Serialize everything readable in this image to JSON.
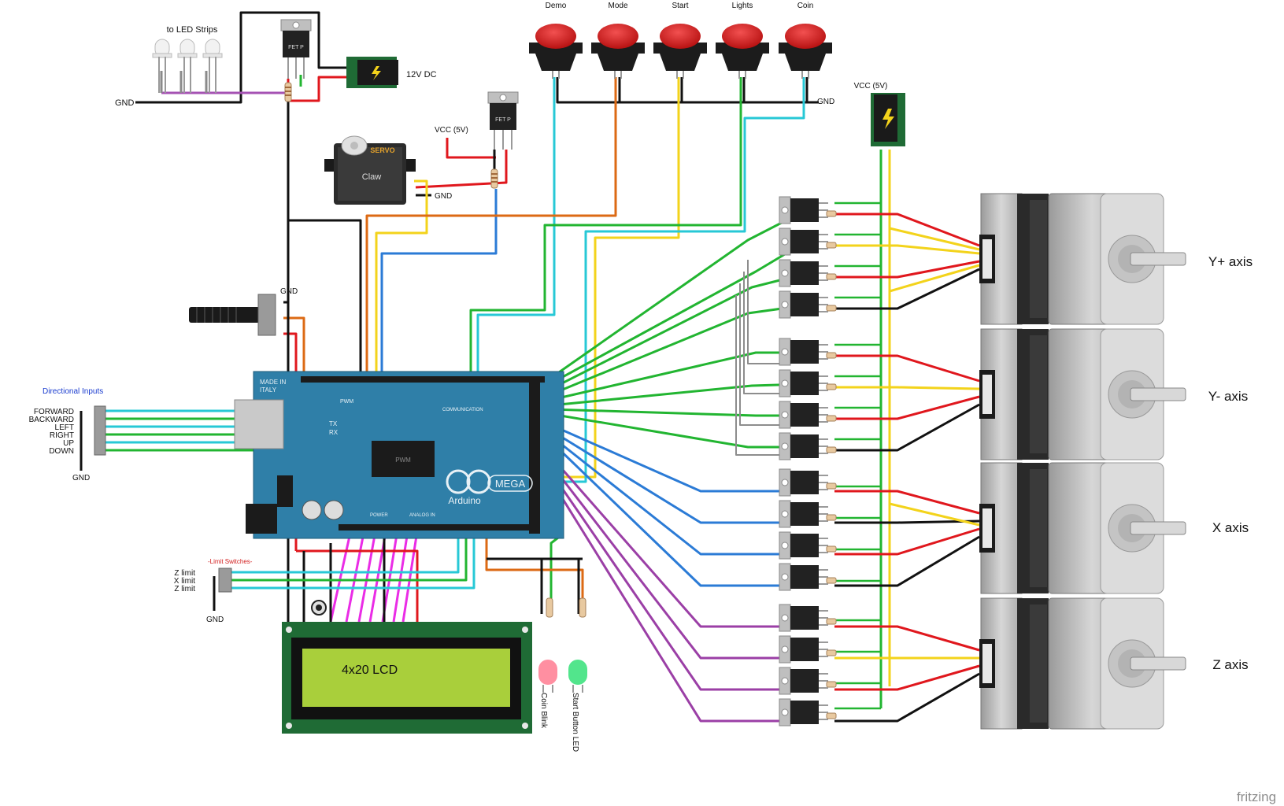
{
  "labels": {
    "to_led_strips": "to LED Strips",
    "gnd_led": "GND",
    "dc12": "12V DC",
    "fet_p": "FET P",
    "vcc_servo": "VCC (5V)",
    "servo_word": "SERVO",
    "claw": "Claw",
    "gnd_servo": "GND",
    "gnd_pot": "GND",
    "gnd_buttons": "GND",
    "vcc_motor": "VCC (5V)",
    "directional_title": "Directional Inputs",
    "gnd_dir": "GND",
    "limit_title": "-Limit Switches-",
    "gnd_limit": "GND",
    "lcd": "4x20 LCD",
    "coin_blink": "Coin Blink",
    "start_button_led": "Start Button LED",
    "fritzing": "fritzing",
    "made_in": "MADE IN",
    "italy": "ITALY",
    "arduino": "Arduino",
    "mega": "MEGA",
    "tx": "TX",
    "rx": "RX",
    "pwm": "PWM",
    "communication": "COMMUNICATION",
    "power": "POWER",
    "analog_in": "ANALOG IN",
    "pwm_chip": "PWM"
  },
  "buttons": [
    "Demo",
    "Mode",
    "Start",
    "Lights",
    "Coin"
  ],
  "directional_inputs": [
    "FORWARD",
    "BACKWARD",
    "LEFT",
    "RIGHT",
    "UP",
    "DOWN"
  ],
  "limit_switches": [
    "Z limit",
    "X limit",
    "Z limit"
  ],
  "axes": [
    "Y+ axis",
    "Y- axis",
    "X axis",
    "Z axis"
  ],
  "colors": {
    "board": "#2f7fa8",
    "button_red": "#d61a1a",
    "lcd_screen": "#a9cf3b",
    "pcb_green": "#1f6b35",
    "wire_cyan": "#27c8d6",
    "wire_green": "#22b531",
    "wire_blue": "#2b7bd6",
    "wire_purple": "#9b3fa6",
    "wire_magenta": "#ea2ce6",
    "wire_orange": "#dc6a14",
    "wire_yellow": "#f3d31b",
    "wire_red": "#e0171d",
    "wire_black": "#111111",
    "wire_gray": "#8d8d8d"
  }
}
